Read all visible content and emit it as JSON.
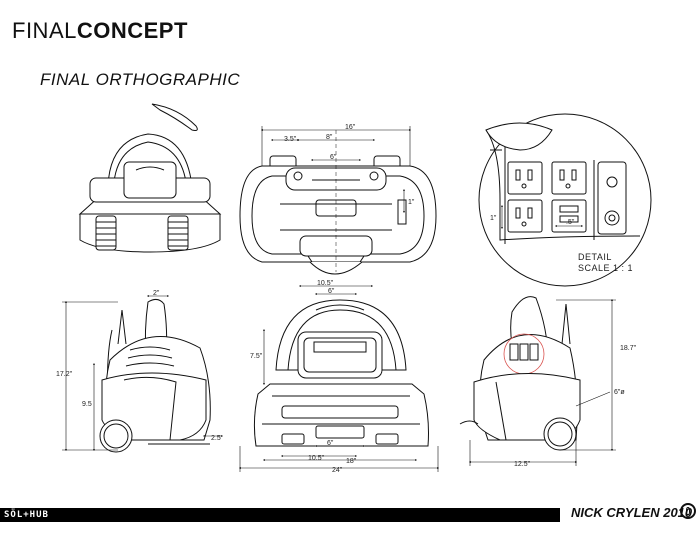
{
  "header": {
    "title_light": "FINAL",
    "title_bold": "CONCEPT",
    "subtitle": "FINAL ORTHOGRAPHIC"
  },
  "dimensions": {
    "top_width": "16\"",
    "top_span": "3.5\"",
    "top_inner": "8\"",
    "top_center": "6\"",
    "top_side": "1\"",
    "top_front": "10.5\"",
    "top_base": "6\"",
    "front_height": "7.5\"",
    "front_slot": "6\"",
    "front_inner": "10.5\"",
    "front_mid": "18\"",
    "front_overall": "24\"",
    "side_top": "2\"",
    "side_height": "17.2\"",
    "side_lower": "9.5",
    "side_cord": "2.5",
    "right_height": "18.7\"",
    "right_wheel": "6\"ø",
    "right_depth": "12.5\"",
    "detail_outlet": "1\"",
    "detail_usb": ".5\""
  },
  "detail": {
    "label": "DETAIL",
    "scale": "SCALE 1 : 1"
  },
  "footer": {
    "logo": "SÖL+HUB",
    "author": "NICK CRYLEN 2010"
  },
  "colors": {
    "ink": "#111111",
    "highlight": "#d9534f"
  }
}
